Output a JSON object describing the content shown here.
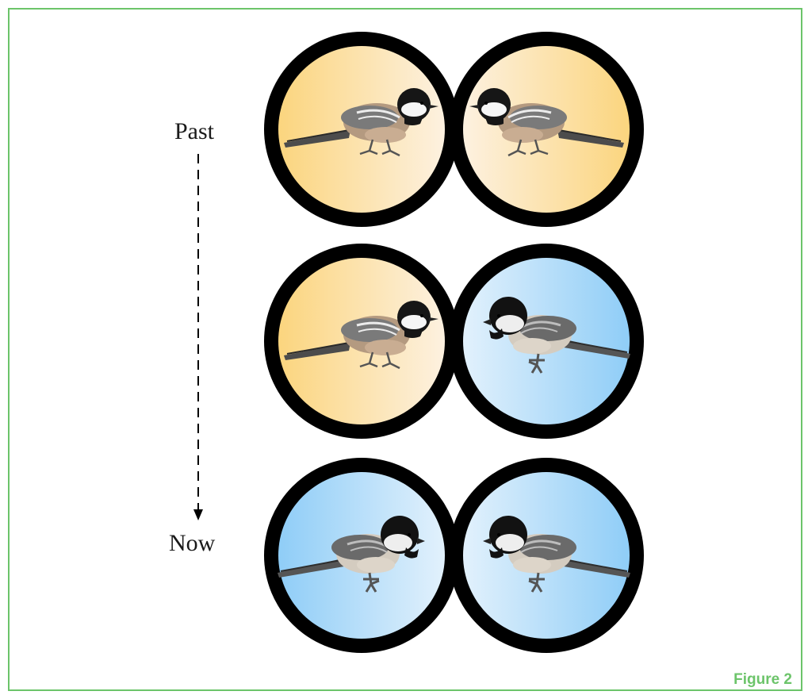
{
  "labels": {
    "past": "Past",
    "now": "Now"
  },
  "figure_label": "Figure 2",
  "colors": {
    "frame": "#6cc46a",
    "figure_label": "#6cc46a",
    "ring": "#000000",
    "warm_light": "#fdebd0",
    "warm_dark": "#fbd57e",
    "cool_light": "#d8ecfb",
    "cool_dark": "#8fcdf7"
  },
  "rows": [
    {
      "left_lens": {
        "tint": "warm",
        "bird": "chickadee-warm",
        "facing": "right"
      },
      "right_lens": {
        "tint": "warm",
        "bird": "chickadee-warm",
        "facing": "left"
      }
    },
    {
      "left_lens": {
        "tint": "warm",
        "bird": "chickadee-warm",
        "facing": "right"
      },
      "right_lens": {
        "tint": "cool",
        "bird": "chickadee-gray",
        "facing": "left"
      }
    },
    {
      "left_lens": {
        "tint": "cool",
        "bird": "chickadee-gray",
        "facing": "right"
      },
      "right_lens": {
        "tint": "cool",
        "bird": "chickadee-gray",
        "facing": "left"
      }
    }
  ]
}
